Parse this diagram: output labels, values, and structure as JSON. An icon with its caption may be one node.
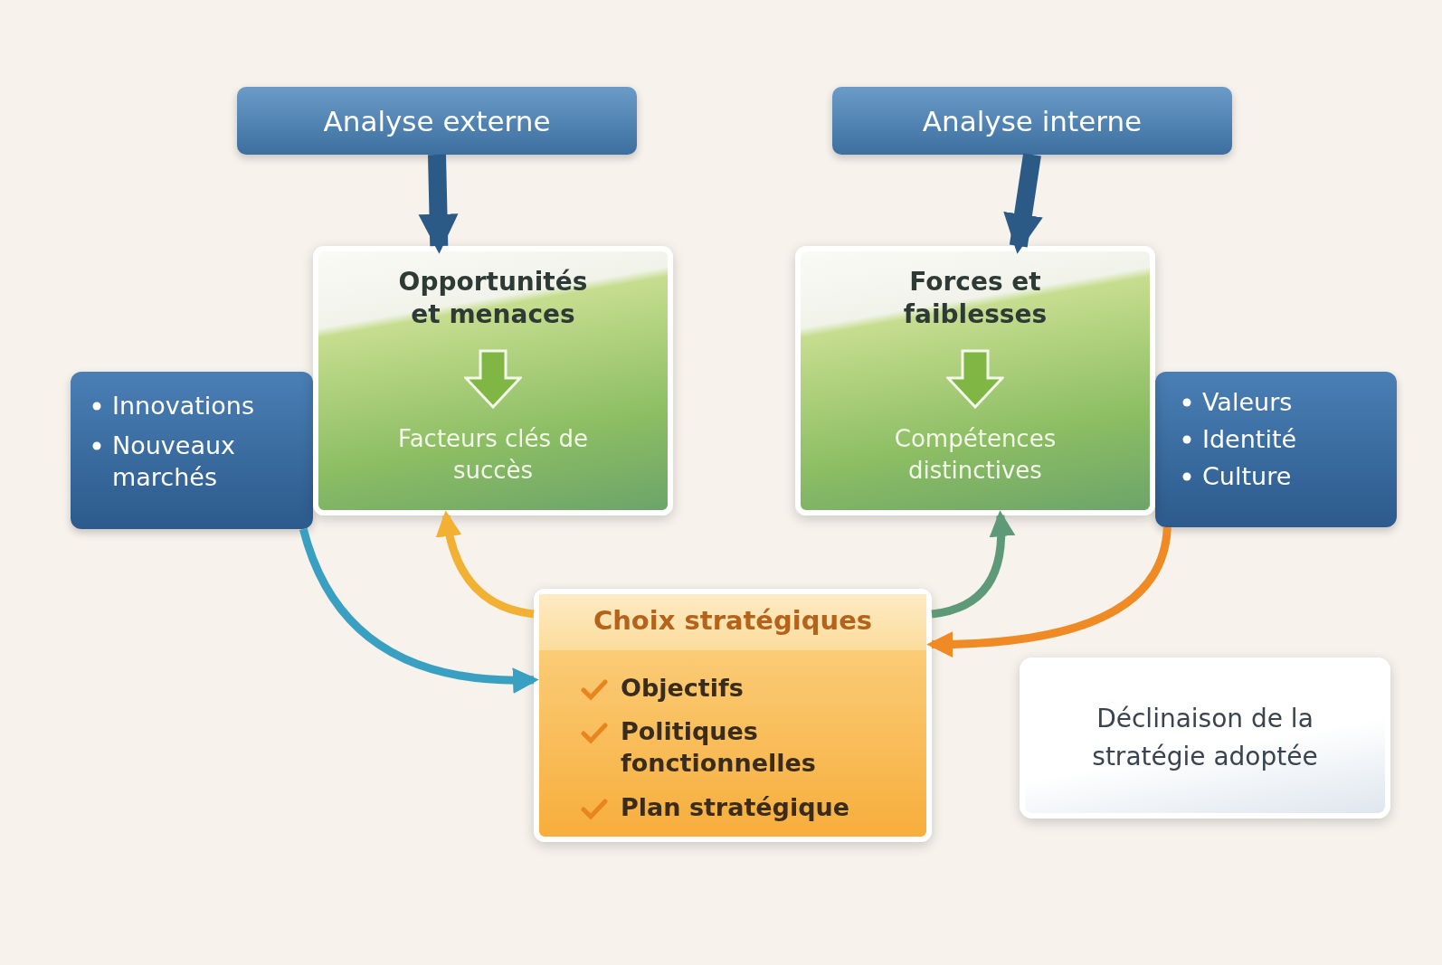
{
  "diagram": {
    "nodes": [
      {
        "text": [
          "Analyse externe"
        ]
      },
      {
        "text": [
          "Analyse interne"
        ]
      },
      {
        "text": [
          "Opportunités et menaces",
          "Facteurs clés de succès"
        ]
      },
      {
        "text": [
          "Forces et faiblesses",
          "Compétences distinctives"
        ]
      },
      {
        "text": [
          "Innovations",
          "Nouveaux marchés"
        ]
      },
      {
        "text": [
          "Valeurs",
          "Identité",
          "Culture"
        ]
      },
      {
        "text": [
          "Choix stratégiques",
          "Objectifs",
          "Politiques fonctionnelles",
          "Plan stratégique"
        ]
      },
      {
        "text": [
          "Déclinaison de la stratégie adoptée"
        ]
      }
    ],
    "edges": [
      {
        "from": 0,
        "to": 2,
        "arrow": "to",
        "style": "thick",
        "color": "#2c5a86"
      },
      {
        "from": 1,
        "to": 3,
        "arrow": "to",
        "style": "thick",
        "color": "#2c5a86"
      },
      {
        "from": 6,
        "to": 2,
        "arrow": "to",
        "color": "#f2b132"
      },
      {
        "from": 6,
        "to": 3,
        "arrow": "to",
        "color": "#5f9a78"
      },
      {
        "from": 4,
        "to": 6,
        "arrow": "to",
        "color": "#3aa0c2"
      },
      {
        "from": 5,
        "to": 6,
        "arrow": "to",
        "color": "#f08a24"
      }
    ]
  }
}
